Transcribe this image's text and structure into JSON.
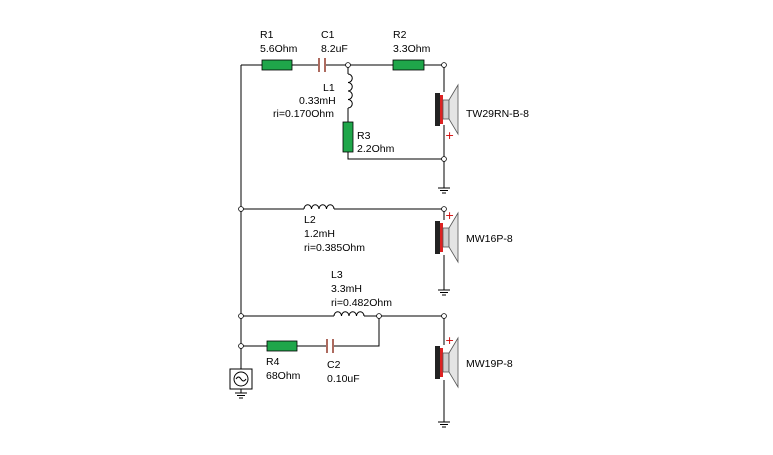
{
  "components": {
    "R1": {
      "name": "R1",
      "value": "5.6Ohm"
    },
    "C1": {
      "name": "C1",
      "value": "8.2uF"
    },
    "R2": {
      "name": "R2",
      "value": "3.3Ohm"
    },
    "L1": {
      "name": "L1",
      "value": "0.33mH",
      "ri": "ri=0.170Ohm"
    },
    "R3": {
      "name": "R3",
      "value": "2.2Ohm"
    },
    "L2": {
      "name": "L2",
      "value": "1.2mH",
      "ri": "ri=0.385Ohm"
    },
    "L3": {
      "name": "L3",
      "value": "3.3mH",
      "ri": "ri=0.482Ohm"
    },
    "R4": {
      "name": "R4",
      "value": "68Ohm"
    },
    "C2": {
      "name": "C2",
      "value": "0.10uF"
    }
  },
  "speakers": [
    {
      "name": "TW29RN-B-8"
    },
    {
      "name": "MW16P-8"
    },
    {
      "name": "MW19P-8"
    }
  ],
  "plus_sign": "+"
}
